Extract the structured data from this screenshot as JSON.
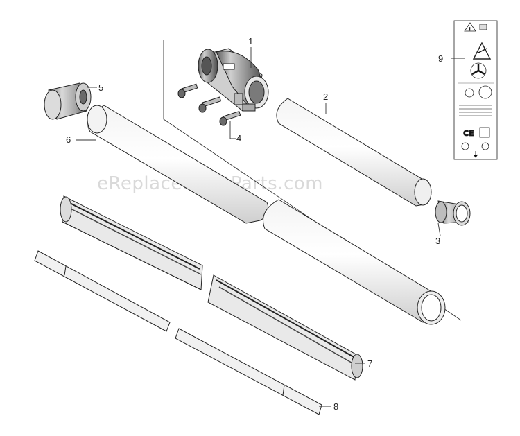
{
  "watermark": "eReplacementParts.com",
  "callouts": {
    "p1": "1",
    "p2": "2",
    "p3": "3",
    "p4": "4",
    "p5": "5",
    "p6": "6",
    "p7": "7",
    "p8": "8",
    "p9": "9"
  },
  "label_panel": {
    "ce_mark": "CE"
  },
  "colors": {
    "line": "#222222",
    "shade_dark": "#8a8a8a",
    "shade_mid": "#bdbdbd",
    "shade_light": "#e6e6e6"
  }
}
